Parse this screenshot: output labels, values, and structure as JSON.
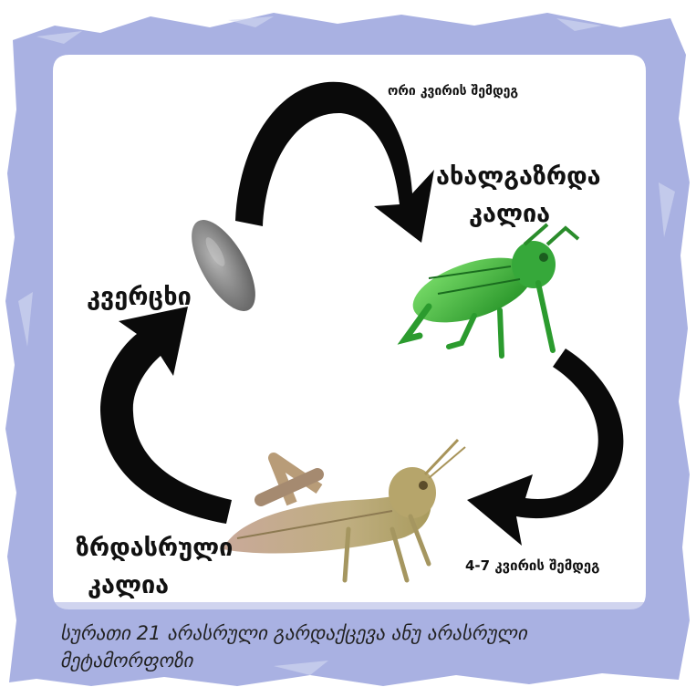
{
  "labels": {
    "egg": "კვერცხი",
    "young_line1": "ახალგაზრდა",
    "young_line2": "კალია",
    "adult_line1": "ზრდასრული",
    "adult_line2": "კალია",
    "time_two_weeks": "ორი კვირის შემდეგ",
    "time_four_seven": "4-7 კვირის შემდეგ"
  },
  "caption": {
    "line1": "სურათი 21 არასრული გარდაქცევა ანუ  არასრული",
    "line2": "მეტამორფოზი"
  },
  "colors": {
    "frame": "#a9b1e2",
    "arrow": "#0a0a0a",
    "young_grasshopper": "#3fbf3a",
    "adult_grasshopper": "#b7a77a",
    "egg": "#8d8d8d"
  }
}
